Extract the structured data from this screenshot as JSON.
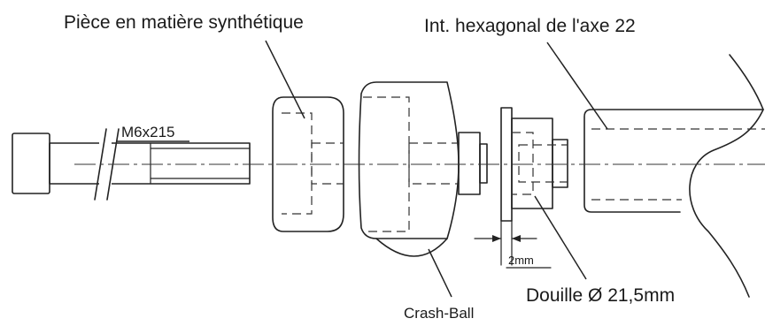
{
  "labels": {
    "piece_synthetique": "Pièce en matière synthétique",
    "hexagonal_axe": "Int. hexagonal de l'axe 22",
    "bolt_spec": "M6x215",
    "gap": "2mm",
    "douille": "Douille Ø 21,5mm",
    "crash_ball": "Crash-Ball"
  },
  "colors": {
    "line": "#222222",
    "text": "#1a1a1a",
    "background": "#ffffff"
  }
}
